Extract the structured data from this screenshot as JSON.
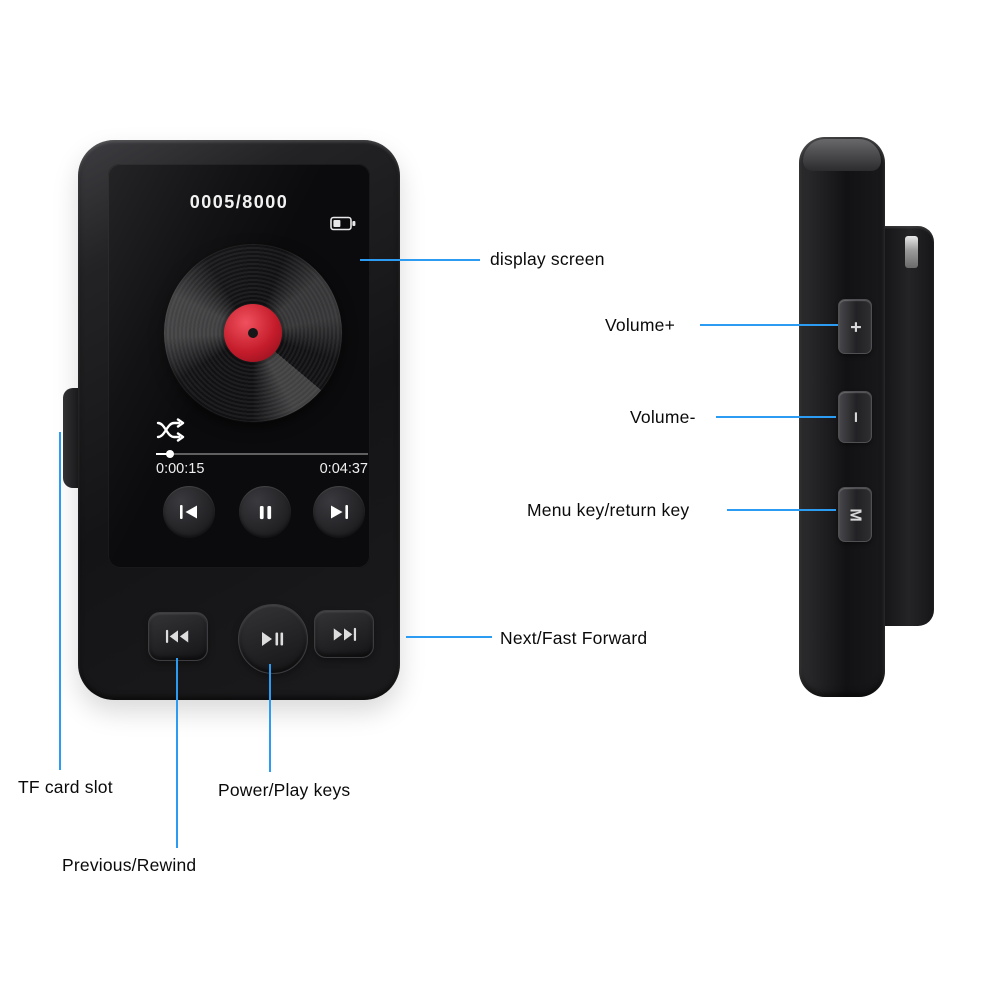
{
  "callouts": {
    "display_screen": "display screen",
    "volume_plus": "Volume+",
    "volume_minus": "Volume-",
    "menu_key": "Menu key/return key",
    "next_fast_forward": "Next/Fast Forward",
    "tf_card_slot": "TF card slot",
    "power_play_keys": "Power/Play keys",
    "previous_rewind": "Previous/Rewind"
  },
  "front_view": {
    "screen": {
      "track_counter": "0005/8000",
      "elapsed_time": "0:00:15",
      "total_time": "0:04:37",
      "progress_percent": 5
    }
  },
  "side_view": {
    "volume_plus_label": "+",
    "volume_minus_label": "−",
    "menu_label": "M"
  },
  "icons": {
    "battery": "battery-icon",
    "shuffle": "shuffle-icon",
    "previous_track": "previous-track-icon",
    "pause": "pause-icon",
    "next_track": "next-track-icon",
    "rewind": "rewind-icon",
    "play_pause": "play-pause-icon",
    "fast_forward": "fast-forward-icon"
  },
  "colors": {
    "background": "#ffffff",
    "callout_line": "#2b9cf2",
    "label_text": "#0a0a0a",
    "device_body": "#1b1b1d",
    "screen_background": "#0b0b0d",
    "screen_text": "#f2f2f2",
    "vinyl_label": "#c51c2b"
  }
}
